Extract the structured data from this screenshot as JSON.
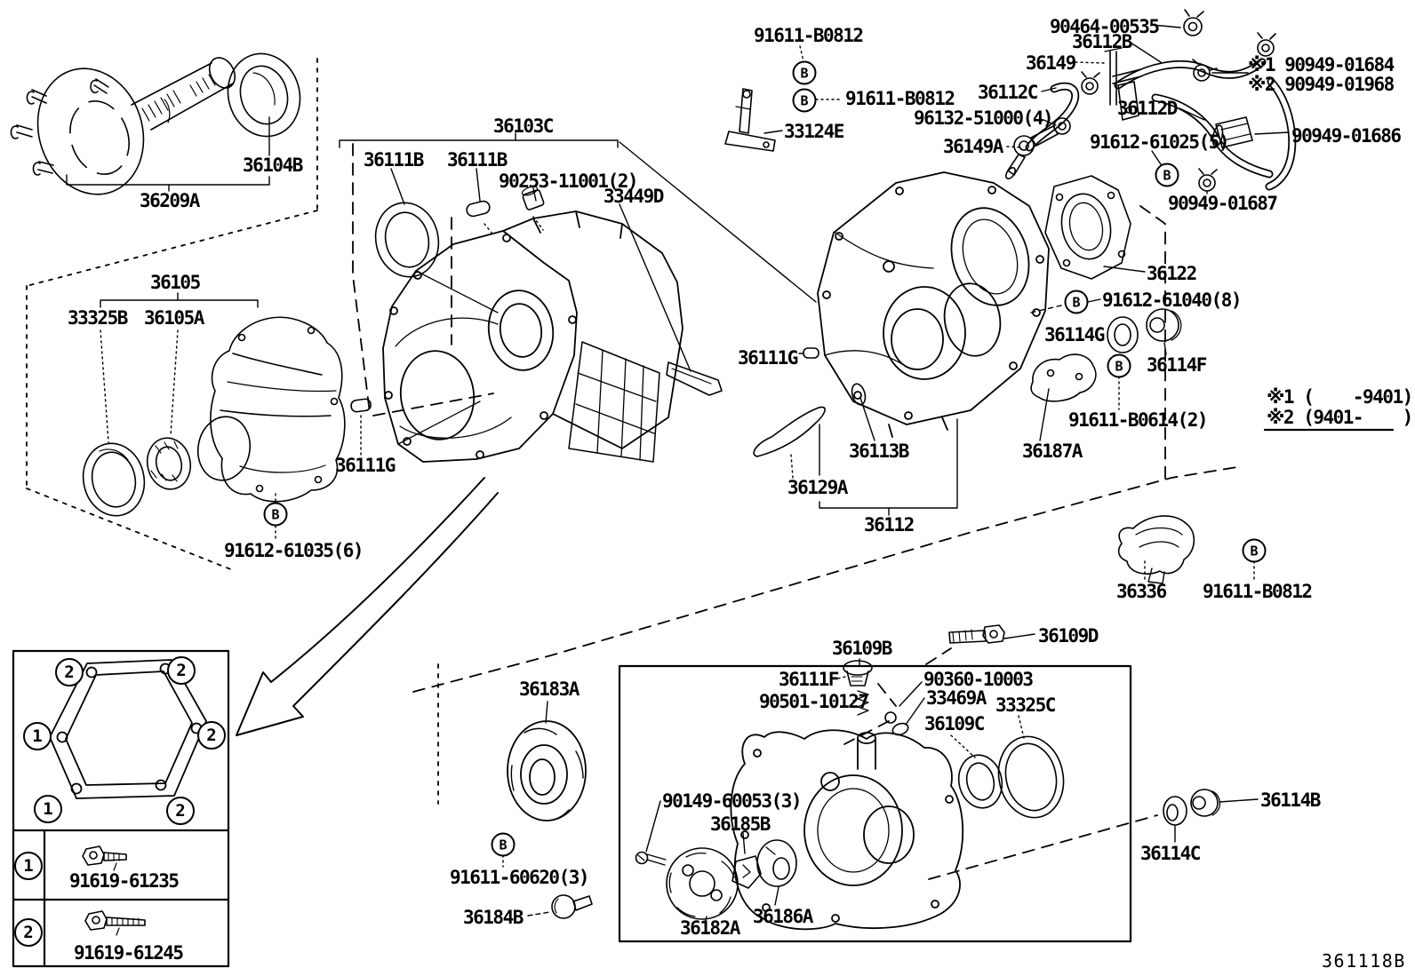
{
  "meta": {
    "diagram_id": "361118B",
    "ink_color": "#000000",
    "paper_color": "#ffffff"
  },
  "markers": {
    "bolt": "B"
  },
  "gasket_callouts": [
    "2",
    "2",
    "1",
    "2",
    "1",
    "2"
  ],
  "legend": {
    "rows": [
      {
        "num": "1",
        "part": "91619-61235"
      },
      {
        "num": "2",
        "part": "91619-61245"
      }
    ]
  },
  "notes": {
    "ref1": "※1 (    -9401)",
    "ref2": "※2 (9401-    )"
  },
  "labels": {
    "t36209a": "36209A",
    "t36104b": "36104B",
    "t91611b0812_a": "91611-B0812",
    "t91611b0812_b": "91611-B0812",
    "t33124e": "33124E",
    "t90464_00535": "90464-00535",
    "t36112b": "36112B",
    "t36149": "36149",
    "tx1_90949_01684": "※1 90949-01684",
    "tx2_90949_01968": "※2 90949-01968",
    "t36112c": "36112C",
    "t36112d": "36112D",
    "t96132_51000": "96132-51000(4)",
    "t36149a": "36149A",
    "t91612_61025": "91612-61025(5)",
    "t90949_01686": "90949-01686",
    "t90949_01687": "90949-01687",
    "t36103c": "36103C",
    "t36111b_1": "36111B",
    "t36111b_2": "36111B",
    "t90253_11001": "90253-11001(2)",
    "t33449d": "33449D",
    "t36105": "36105",
    "t33325b": "33325B",
    "t36105a": "36105A",
    "t36111g_l": "36111G",
    "t91612_61035": "91612-61035(6)",
    "t36111g_r": "36111G",
    "t36113b": "36113B",
    "t36129a": "36129A",
    "t36112": "36112",
    "t36122": "36122",
    "t91612_61040": "91612-61040(8)",
    "t36114g": "36114G",
    "t36114f": "36114F",
    "t91611_b0614": "91611-B0614(2)",
    "t36187a": "36187A",
    "t36336": "36336",
    "t91611b0812_c": "91611-B0812",
    "t36109b": "36109B",
    "t36109d": "36109D",
    "t36111f": "36111F",
    "t90501_10127": "90501-10127",
    "t90360_10003": "90360-10003",
    "t33469a": "33469A",
    "t36109c": "36109C",
    "t33325c": "33325C",
    "t90149_60053": "90149-60053(3)",
    "t36185b": "36185B",
    "t36186a": "36186A",
    "t36182a": "36182A",
    "t36183a": "36183A",
    "t91611_60620": "91611-60620(3)",
    "t36184b": "36184B",
    "t36114b": "36114B",
    "t36114c": "36114C"
  }
}
